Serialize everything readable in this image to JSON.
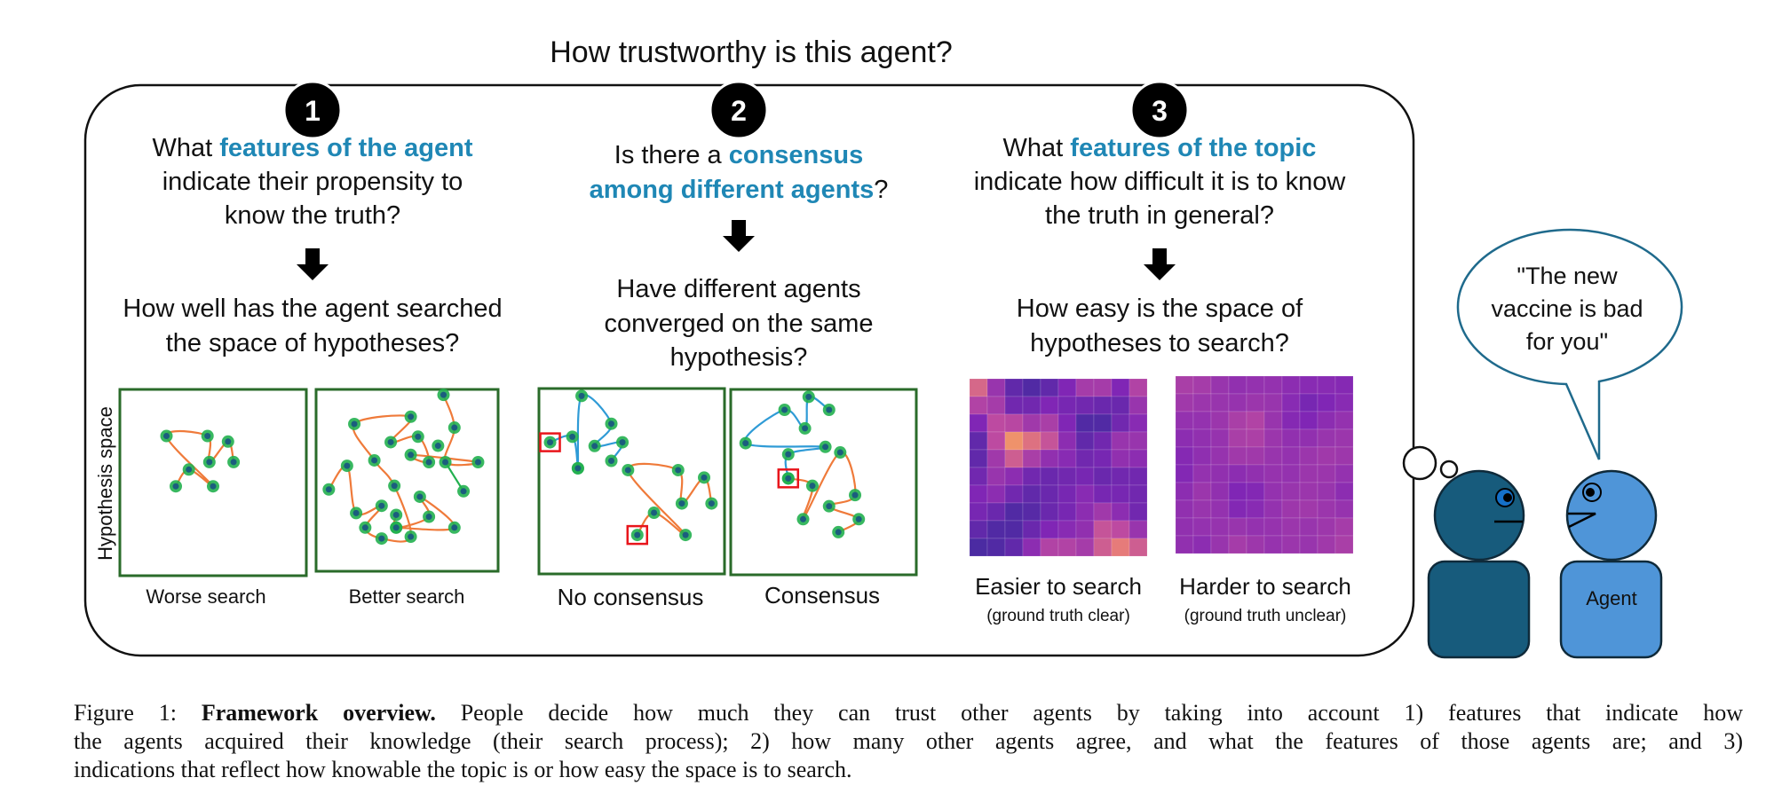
{
  "title": "How trustworthy is this agent?",
  "columns": [
    {
      "number": "1",
      "question": {
        "l1a": "What ",
        "l1b": "features of the agent",
        "l2": "indicate their propensity to",
        "l3": "know the truth?"
      },
      "sub_question": [
        "How well has the agent searched",
        "the space of hypotheses?"
      ],
      "panels": [
        "Worse search",
        "Better search"
      ],
      "axis_label": "Hypothesis space"
    },
    {
      "number": "2",
      "question": {
        "l1a": "Is there a ",
        "l1b": "consensus",
        "l2a": "among different agents",
        "l2b": "?"
      },
      "sub_question": [
        "Have different agents",
        "converged on the same",
        "hypothesis?"
      ],
      "panels": [
        "No consensus",
        "Consensus"
      ]
    },
    {
      "number": "3",
      "question": {
        "l1a": "What ",
        "l1b": "features of the topic",
        "l2": "indicate how difficult it is to know",
        "l3": "the truth in general?"
      },
      "sub_question": [
        "How easy is the space of",
        "hypotheses to search?"
      ],
      "panels": [
        {
          "label": "Easier to search",
          "note": "(ground truth clear)"
        },
        {
          "label": "Harder to search",
          "note": "(ground truth unclear)"
        }
      ]
    }
  ],
  "speech_bubble": [
    "\"The new",
    "vaccine is bad",
    "for you\""
  ],
  "agent_label": "Agent",
  "caption": {
    "prefix": "Figure 1: ",
    "bold": "Framework overview.",
    "line1": " People decide how much they can trust other agents by taking into account 1) features that indicate how",
    "line2": "the agents acquired their knowledge (their search process); 2) how many other agents agree, and what the features of those agents are; and 3)",
    "line3": "indications that reflect how knowable the topic is or how easy the space is to search."
  },
  "colors": {
    "accent": "#1f87b5",
    "panel_border": "#2a6b2a",
    "path_orange": "#ef7a3a",
    "path_blue": "#2f9bd6",
    "node_green": "#22b04f",
    "node_core": "#1b5d7e",
    "observer": "#175b7c",
    "agent": "#4f95d8"
  },
  "heatmaps": {
    "easier": [
      [
        0.65,
        0.35,
        0.15,
        0.1,
        0.15,
        0.25,
        0.4,
        0.4,
        0.25,
        0.45
      ],
      [
        0.45,
        0.4,
        0.2,
        0.2,
        0.25,
        0.22,
        0.2,
        0.18,
        0.18,
        0.35
      ],
      [
        0.25,
        0.5,
        0.48,
        0.38,
        0.42,
        0.25,
        0.1,
        0.1,
        0.2,
        0.28
      ],
      [
        0.15,
        0.5,
        0.85,
        0.7,
        0.55,
        0.3,
        0.15,
        0.2,
        0.35,
        0.35
      ],
      [
        0.15,
        0.38,
        0.6,
        0.42,
        0.32,
        0.28,
        0.2,
        0.22,
        0.32,
        0.3
      ],
      [
        0.2,
        0.35,
        0.3,
        0.2,
        0.18,
        0.2,
        0.22,
        0.18,
        0.2,
        0.2
      ],
      [
        0.25,
        0.3,
        0.2,
        0.15,
        0.18,
        0.22,
        0.28,
        0.22,
        0.22,
        0.2
      ],
      [
        0.22,
        0.18,
        0.1,
        0.12,
        0.18,
        0.22,
        0.3,
        0.38,
        0.3,
        0.2
      ],
      [
        0.15,
        0.1,
        0.1,
        0.18,
        0.25,
        0.28,
        0.32,
        0.55,
        0.5,
        0.35
      ],
      [
        0.08,
        0.1,
        0.15,
        0.3,
        0.45,
        0.45,
        0.4,
        0.6,
        0.75,
        0.6
      ]
    ],
    "harder": [
      [
        0.42,
        0.4,
        0.35,
        0.32,
        0.33,
        0.33,
        0.3,
        0.28,
        0.28,
        0.27
      ],
      [
        0.38,
        0.36,
        0.35,
        0.34,
        0.36,
        0.35,
        0.28,
        0.22,
        0.25,
        0.28
      ],
      [
        0.33,
        0.33,
        0.36,
        0.42,
        0.45,
        0.35,
        0.27,
        0.25,
        0.3,
        0.33
      ],
      [
        0.3,
        0.32,
        0.34,
        0.42,
        0.43,
        0.36,
        0.32,
        0.32,
        0.35,
        0.36
      ],
      [
        0.27,
        0.31,
        0.34,
        0.38,
        0.38,
        0.35,
        0.33,
        0.36,
        0.38,
        0.37
      ],
      [
        0.26,
        0.33,
        0.32,
        0.3,
        0.32,
        0.34,
        0.33,
        0.36,
        0.36,
        0.33
      ],
      [
        0.3,
        0.36,
        0.32,
        0.25,
        0.26,
        0.33,
        0.35,
        0.36,
        0.35,
        0.3
      ],
      [
        0.32,
        0.35,
        0.33,
        0.26,
        0.28,
        0.33,
        0.37,
        0.38,
        0.36,
        0.34
      ],
      [
        0.32,
        0.33,
        0.34,
        0.35,
        0.33,
        0.34,
        0.36,
        0.35,
        0.37,
        0.4
      ],
      [
        0.32,
        0.3,
        0.35,
        0.4,
        0.37,
        0.34,
        0.36,
        0.35,
        0.38,
        0.42
      ]
    ]
  }
}
